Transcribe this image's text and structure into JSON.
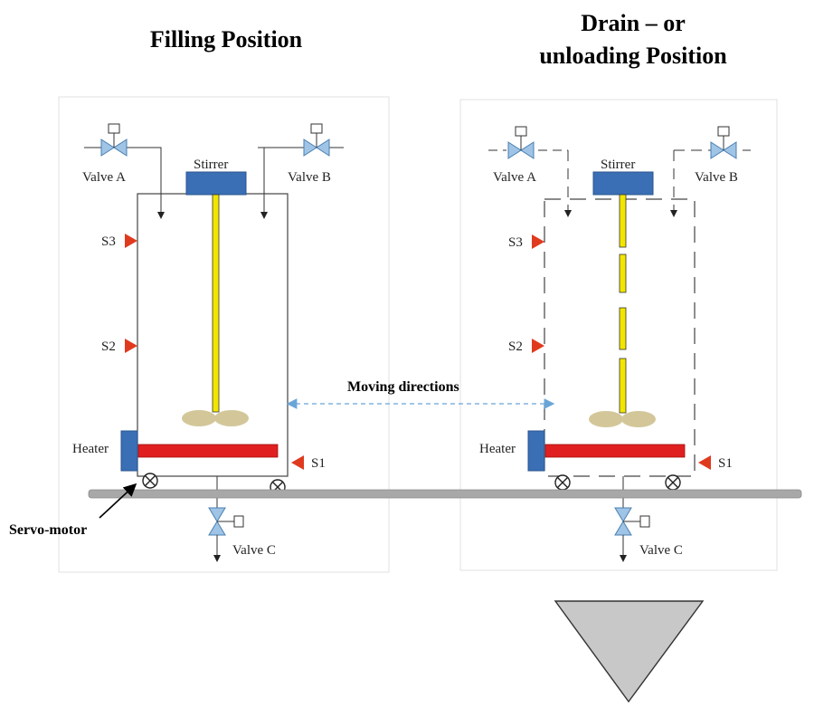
{
  "headings": {
    "filling": "Filling Position",
    "drain_line1": "Drain – or",
    "drain_line2": "unloading Position"
  },
  "labels": {
    "valve_a": "Valve A",
    "valve_b": "Valve B",
    "valve_c": "Valve C",
    "stirrer": "Stirrer",
    "s3": "S3",
    "s2": "S2",
    "s1": "S1",
    "heater": "Heater",
    "servo_motor": "Servo-motor",
    "moving_directions": "Moving directions"
  },
  "colors": {
    "stirrer_motor": "#3a6fb5",
    "shaft": "#f2e600",
    "heater_bar": "#e02020",
    "heater_block": "#3a6fb5",
    "sensor": "#e03a1e",
    "valve": "#9fc4e6",
    "paddle": "#d3c79a",
    "rail": "#a8a8a8",
    "funnel": "#c8c8c8",
    "move_arrow": "#6aa5d8"
  }
}
